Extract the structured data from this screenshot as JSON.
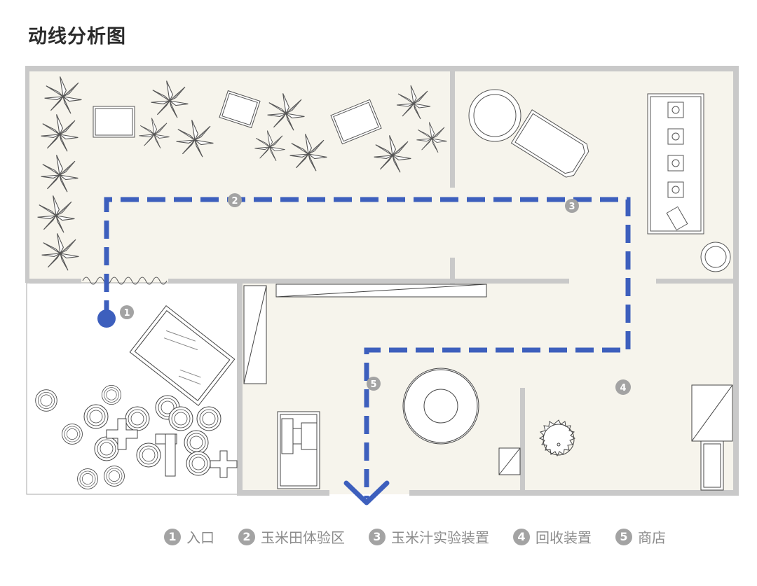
{
  "title": "动线分析图",
  "colors": {
    "route": "#3d5fbd",
    "wall": "#c9c9c9",
    "floor": "#f6f4ec",
    "entry_room": "#ffffff",
    "marker": "#a3a3a3"
  },
  "markers": [
    "1",
    "2",
    "3",
    "4",
    "5"
  ],
  "legend": [
    {
      "num": "1",
      "label": "入口"
    },
    {
      "num": "2",
      "label": "玉米田体验区"
    },
    {
      "num": "3",
      "label": "玉米汁实验装置"
    },
    {
      "num": "4",
      "label": "回收装置"
    },
    {
      "num": "5",
      "label": "商店"
    }
  ]
}
